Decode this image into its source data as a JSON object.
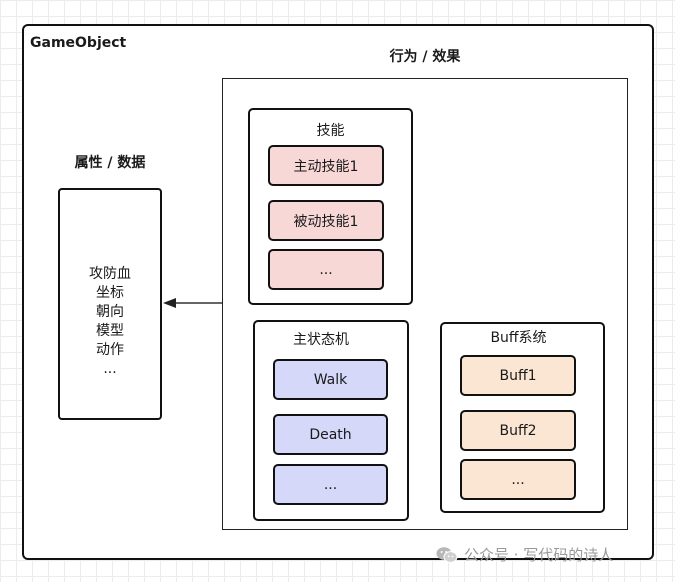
{
  "game_object": {
    "title": "GameObject"
  },
  "attributes": {
    "title": "属性 / 数据",
    "items": [
      "攻防血",
      "坐标",
      "朝向",
      "模型",
      "动作",
      "..."
    ]
  },
  "behaviors": {
    "title": "行为 / 效果",
    "skills": {
      "label": "技能",
      "items": [
        "主动技能1",
        "被动技能1",
        "..."
      ]
    },
    "state_machine": {
      "label": "主状态机",
      "items": [
        "Walk",
        "Death",
        "..."
      ]
    },
    "buff_system": {
      "label": "Buff系统",
      "items": [
        "Buff1",
        "Buff2",
        "..."
      ]
    }
  },
  "colors": {
    "skill_fill": "#f8d7d7",
    "state_fill": "#d5d8f8",
    "buff_fill": "#fbe6d4"
  },
  "watermark": {
    "text": "公众号 · 写代码的诗人",
    "icon": "wechat-icon"
  }
}
